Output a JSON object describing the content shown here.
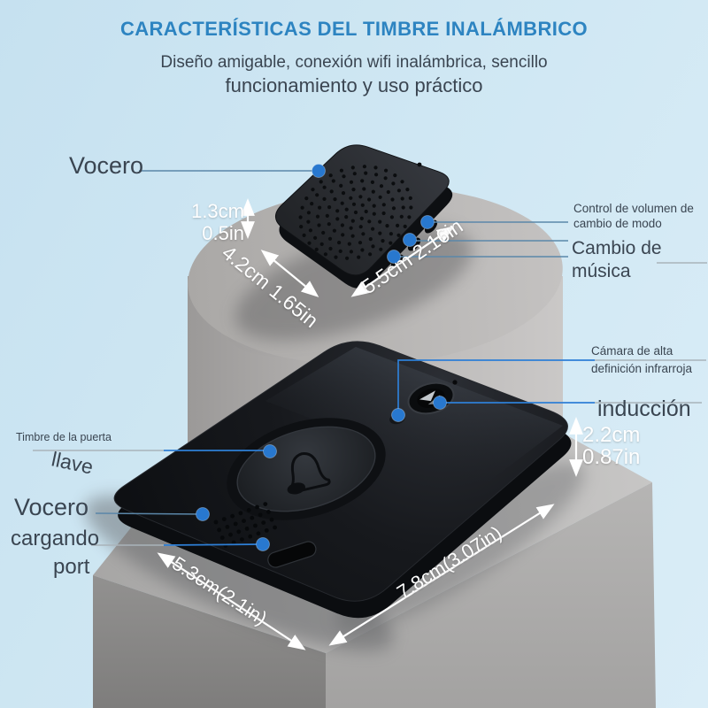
{
  "header": {
    "title": "CARACTERÍSTICAS DEL TIMBRE INALÁMBRICO",
    "subtitle_line1": "Diseño amigable, conexión wifi inalámbrica, sencillo",
    "subtitle_line2": "funcionamiento y uso práctico"
  },
  "colors": {
    "title_blue": "#2d84c1",
    "marker_blue": "#2878cf",
    "label_text": "#3a4551",
    "dimension_text": "#ffffff"
  },
  "chime": {
    "speaker_label": "Vocero",
    "height_cm": "1.3cm",
    "height_in": "0.5in",
    "depth_label": "4.2cm 1.65in",
    "width_label": "5.5cm 2.16in",
    "volume_label_line1": "Control de volumen de",
    "volume_label_line2": "cambio de modo",
    "music_label_line1": "Cambio de",
    "music_label_line2": "música"
  },
  "doorbell": {
    "camera_label_line1": "Cámara de alta",
    "camera_label_line2": "definición infrarroja",
    "induction_label": "inducción",
    "height_cm": "2.2cm",
    "height_in": "0.87in",
    "button_label_line1": "Timbre de la puerta",
    "button_label_line2": "llave",
    "speaker_label": "Vocero",
    "charging_label_line1": "cargando",
    "charging_label_line2": "port",
    "width_label": "5.3cm(2.1in)",
    "length_label": "7.8cm(3.07in)"
  }
}
